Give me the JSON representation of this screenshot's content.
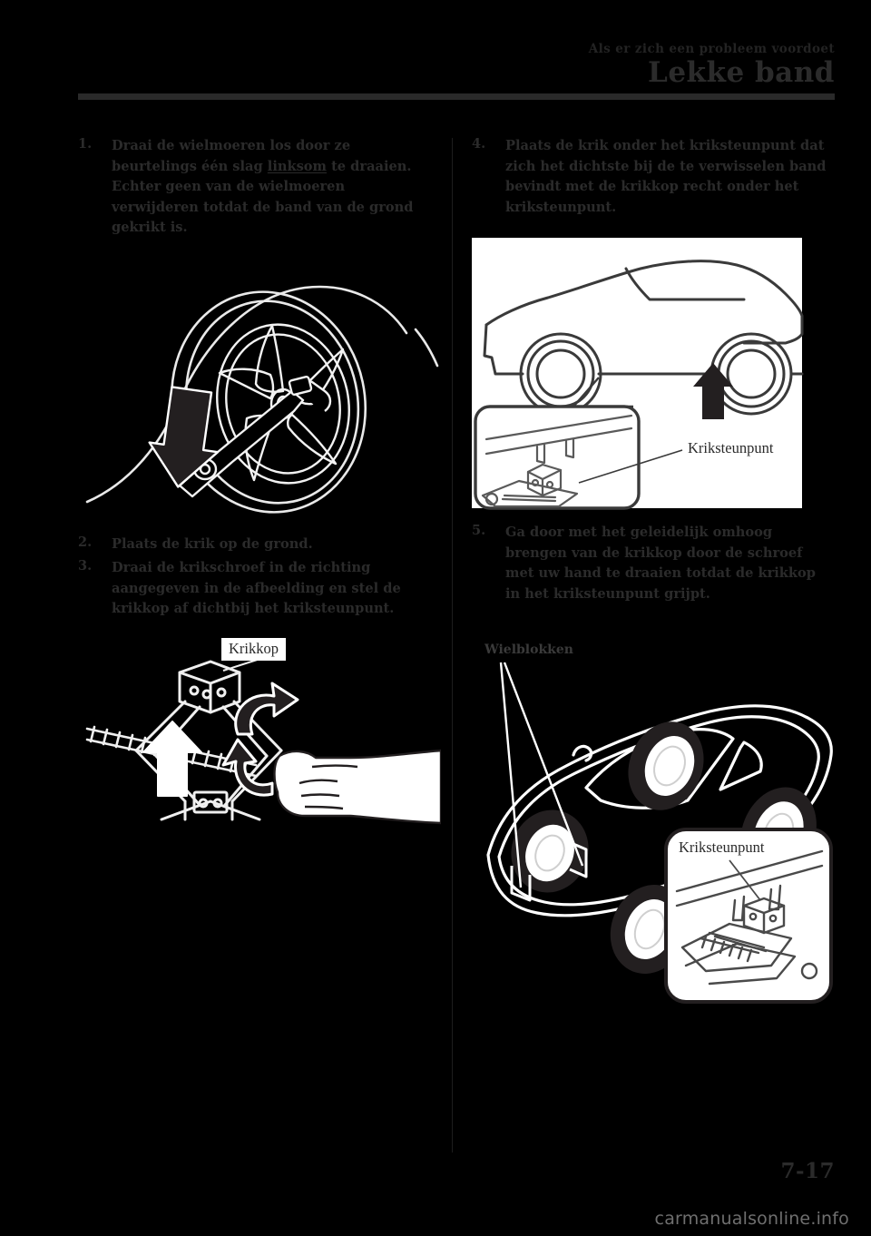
{
  "header": {
    "section": "Als er zich een probleem voordoet",
    "title": "Lekke band"
  },
  "left_column": {
    "steps": [
      {
        "number": "1.",
        "text_before": "Draai de wielmoeren los door ze beurtelings één slag ",
        "underlined": "linksom",
        "text_after": " te draaien. Echter geen van de wielmoeren verwijderen totdat de band van de grond gekrikt is."
      },
      {
        "number": "2.",
        "text": "Plaats de krik op de grond."
      },
      {
        "number": "3.",
        "text": "Draai de krikschroef in de richting aangegeven in de afbeelding en stel de krikkop af dichtbij het kriksteunpunt."
      }
    ],
    "figure_wheel": {
      "name": "wheel-lug-wrench-illustration"
    },
    "figure_jack": {
      "name": "scissor-jack-hand-illustration",
      "label_krikkop": "Krikkop"
    }
  },
  "right_column": {
    "steps": [
      {
        "number": "4.",
        "text": "Plaats de krik onder het kriksteunpunt dat zich het dichtste bij de te verwisselen band bevindt met de krikkop recht onder het kriksteunpunt."
      },
      {
        "number": "5.",
        "text": "Ga door met het geleidelijk omhoog brengen van de krikkop door de schroef met uw hand te draaien totdat de krikkop in het kriksteunpunt grijpt."
      }
    ],
    "figure_car_side": {
      "name": "car-side-view-jackpoint-illustration",
      "label_jackpoint": "Kriksteunpunt"
    },
    "figure_car_iso": {
      "name": "car-isometric-wheelchocks-illustration",
      "label_wheelchocks": "Wielblokken",
      "label_jackpoint": "Kriksteunpunt"
    }
  },
  "footer": {
    "page_number": "7-17",
    "watermark": "carmanualsonline.info"
  },
  "colors": {
    "background": "#000000",
    "text": "#2b2b2b",
    "rule": "#2a2a2a",
    "artwork_white": "#ffffff",
    "artwork_ink": "#231f20",
    "watermark": "#6f6f6f"
  }
}
